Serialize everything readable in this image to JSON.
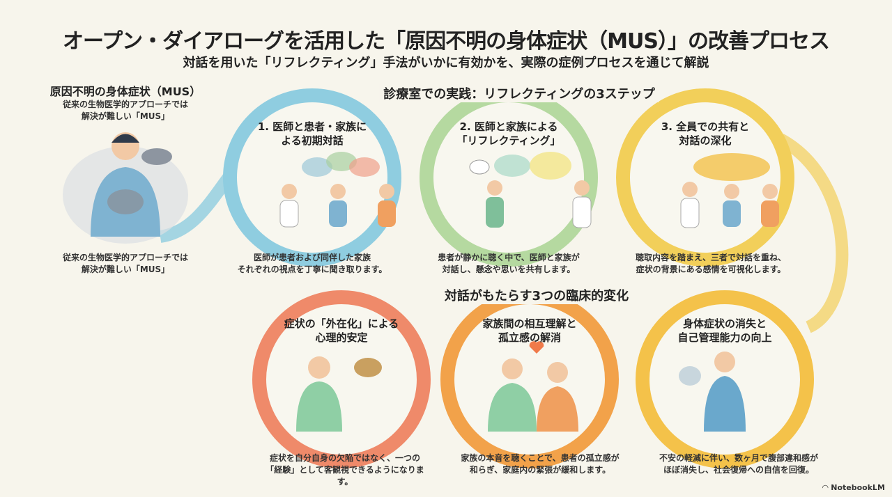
{
  "header": {
    "title": "オープン・ダイアローグを活用した「原因不明の身体症状（MUS）」の改善プロセス",
    "subtitle": "対話を用いた「リフレクティング」手法がいかに有効かを、実際の症例プロセスを通じて解説"
  },
  "intro": {
    "title": "原因不明の身体症状（MUS）",
    "subtitle_line1": "従来の生物医学的アプローチでは",
    "subtitle_line2": "解決が難しい「MUS」",
    "caption_line1": "従来の生物医学的アプローチでは",
    "caption_line2": "解決が難しい「MUS」"
  },
  "steps_section": {
    "title": "診療室での実践：リフレクティングの3ステップ",
    "steps": [
      {
        "title_line1": "1. 医師と患者・家族に",
        "title_line2": "よる初期対話",
        "caption_line1": "医師が患者および同伴した家族",
        "caption_line2": "それぞれの視点を丁寧に聞き取ります。"
      },
      {
        "title_line1": "2. 医師と家族による",
        "title_line2": "「リフレクティング」",
        "caption_line1": "患者が静かに聴く中で、医師と家族が",
        "caption_line2": "対話し、懸念や思いを共有します。"
      },
      {
        "title_line1": "3. 全員での共有と",
        "title_line2": "対話の深化",
        "caption_line1": "聴取内容を踏まえ、三者で対話を重ね、",
        "caption_line2": "症状の背景にある感情を可視化します。"
      }
    ]
  },
  "changes_section": {
    "title": "対話がもたらす3つの臨床的変化",
    "changes": [
      {
        "title_line1": "症状の「外在化」による",
        "title_line2": "心理的安定",
        "caption_line1": "症状を自分自身の欠陥ではなく、一つの",
        "caption_line2": "「経験」として客観視できるようになります。"
      },
      {
        "title_line1": "家族間の相互理解と",
        "title_line2": "孤立感の解消",
        "caption_line1": "家族の本音を聴くことで、患者の孤立感が",
        "caption_line2": "和らぎ、家庭内の緊張が緩和します。"
      },
      {
        "title_line1": "身体症状の消失と",
        "title_line2": "自己管理能力の向上",
        "caption_line1": "不安の軽減に伴い、数ヶ月で腹部違和感が",
        "caption_line2": "ほぼ消失し、社会復帰への自信を回復。"
      }
    ]
  },
  "footer": {
    "brand": "NotebookLM"
  },
  "colors": {
    "blue": "#8fcde0",
    "green": "#b5d9a0",
    "yellow": "#f2cf5a",
    "red": "#ef8a6a",
    "orange": "#f2a24a",
    "gold": "#f4b94a"
  }
}
